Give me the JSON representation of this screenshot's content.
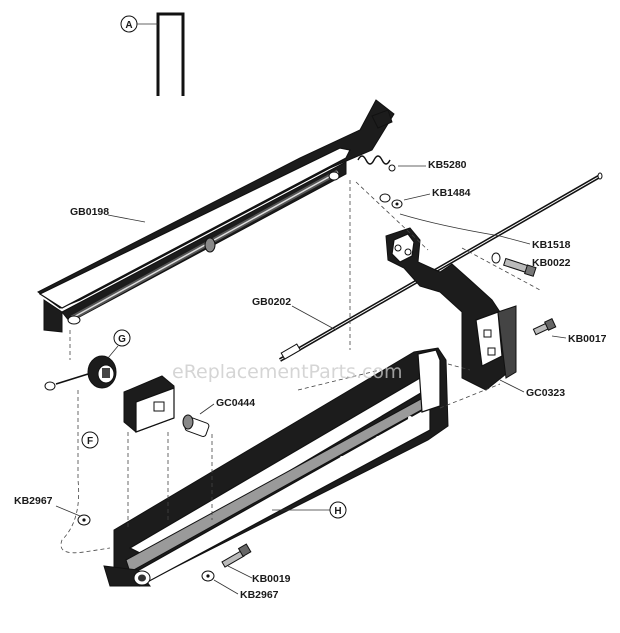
{
  "watermark": "eReplacementParts.com",
  "callouts": {
    "a": "A",
    "f": "F",
    "g": "G",
    "h": "H"
  },
  "parts": {
    "gb0198": "GB0198",
    "kb5280": "KB5280",
    "kb1484": "KB1484",
    "kb1518": "KB1518",
    "kb0022": "KB0022",
    "gb0202": "GB0202",
    "kb0017": "KB0017",
    "gc0444": "GC0444",
    "gc0323": "GC0323",
    "kb2967_left": "KB2967",
    "kb0019": "KB0019",
    "kb2967_bottom": "KB2967"
  },
  "colors": {
    "ink": "#1c1c1c",
    "paper": "#ffffff",
    "watermark": "#c8c8c8"
  }
}
